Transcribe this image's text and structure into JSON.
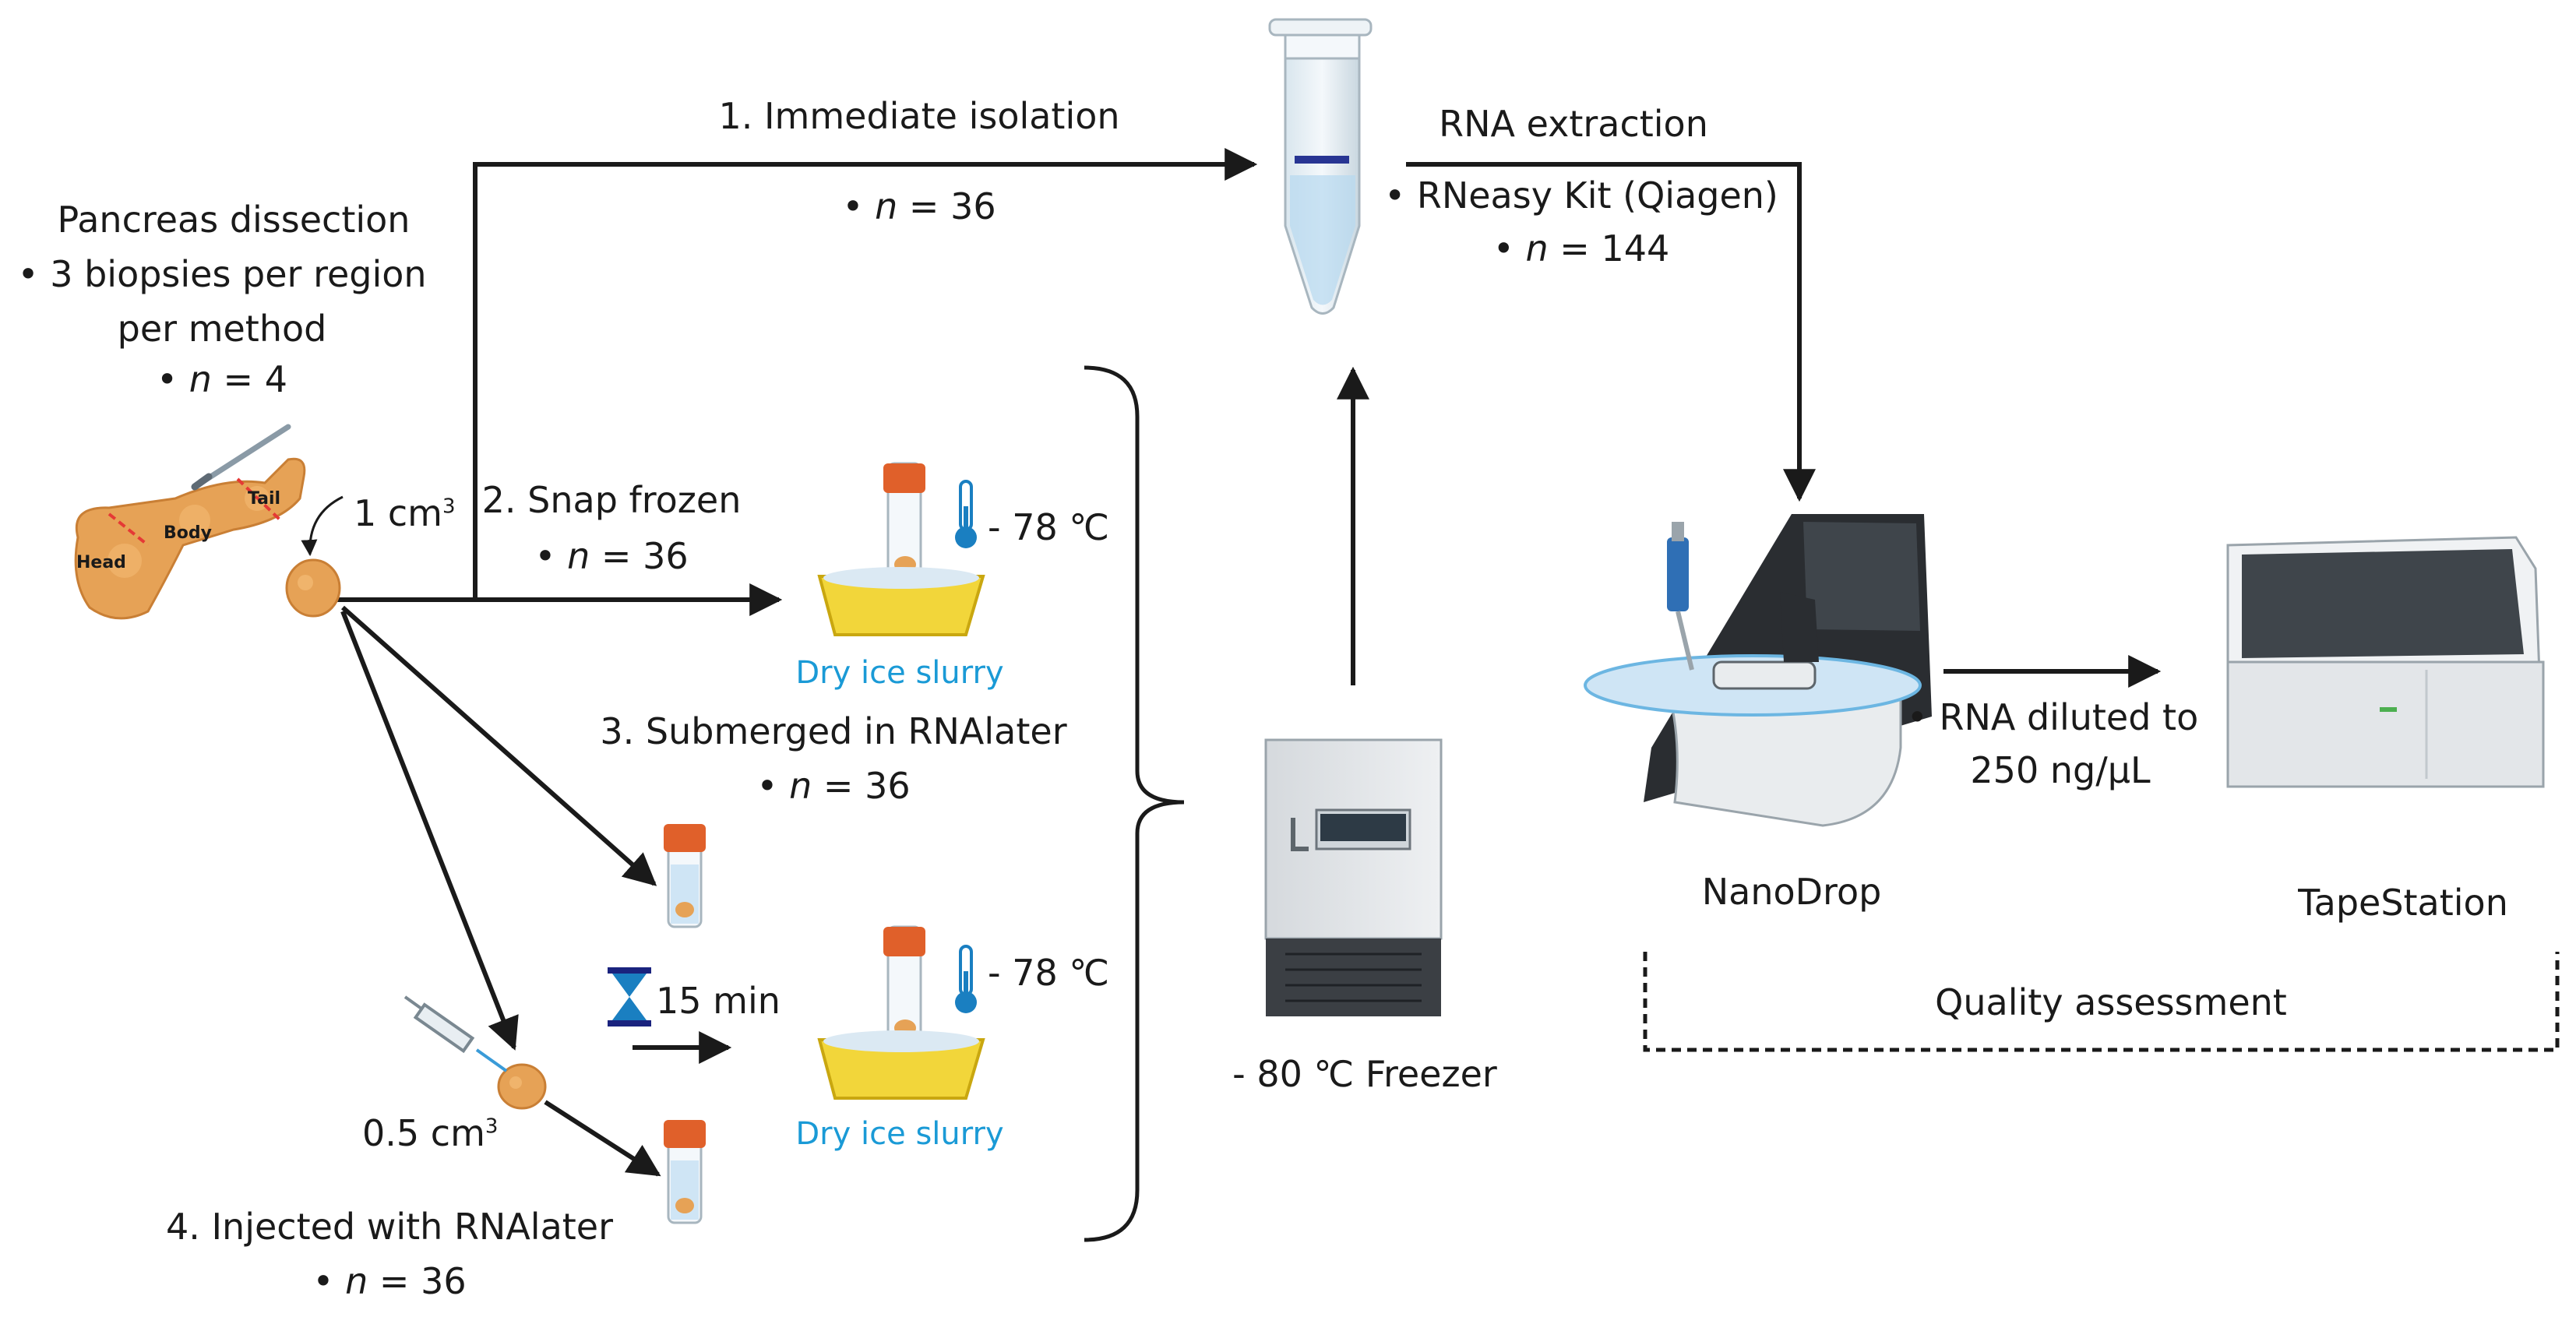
{
  "dissection": {
    "title": "Pancreas dissection",
    "line1": "3 biopsies per region",
    "line2": "per method",
    "n_var": "n",
    "n_eq": " = 4"
  },
  "pancreas_labels": {
    "head": "Head",
    "body": "Body",
    "tail": "Tail"
  },
  "biopsy_size": {
    "value": "1 cm",
    "exp": "3"
  },
  "method1": {
    "title": "1. Immediate isolation",
    "n_var": "n",
    "n_eq": " = 36"
  },
  "method2": {
    "title": "2. Snap frozen",
    "n_var": "n",
    "n_eq": " = 36",
    "temp": "- 78 ℃",
    "bath": "Dry ice slurry"
  },
  "method3": {
    "title": "3. Submerged in RNAlater",
    "n_var": "n",
    "n_eq": " = 36"
  },
  "method4": {
    "title": "4. Injected with RNAlater",
    "n_var": "n",
    "n_eq": " = 36",
    "size_value": "0.5 cm",
    "size_exp": "3",
    "wait": "15 min",
    "temp": "- 78 ℃",
    "bath": "Dry ice slurry"
  },
  "freezer": {
    "label": "- 80 ℃ Freezer"
  },
  "extraction": {
    "title": "RNA extraction",
    "kit": "RNeasy Kit (Qiagen)",
    "n_var": "n",
    "n_eq": " = 144"
  },
  "nanodrop": {
    "label": "NanoDrop"
  },
  "dilution": {
    "line1": "RNA diluted to",
    "line2": "250 ng/μL"
  },
  "tapestation": {
    "label": "TapeStation"
  },
  "quality": {
    "label": "Quality assessment"
  }
}
